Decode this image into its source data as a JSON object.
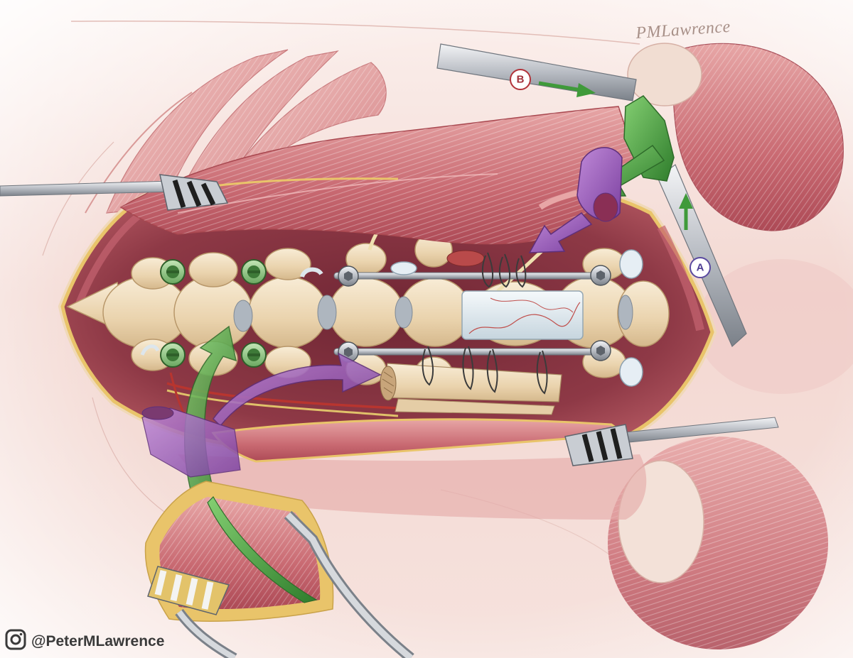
{
  "illustration": {
    "signature": "PMLawrence",
    "retractor_a_label": "A",
    "retractor_b_label": "B",
    "colors": {
      "arrow_green": "#3f9a3a",
      "arrow_purple": "#8a4fae",
      "muscle": "#c4626b",
      "bone": "#ecd8b4",
      "metal": "#b8bcc3",
      "fat_border": "#e9c46a",
      "label_b_ring": "#b2333a",
      "label_a_ring": "#5b4aa0"
    }
  },
  "credit": {
    "icon": "instagram-icon",
    "handle": "@PeterMLawrence"
  }
}
